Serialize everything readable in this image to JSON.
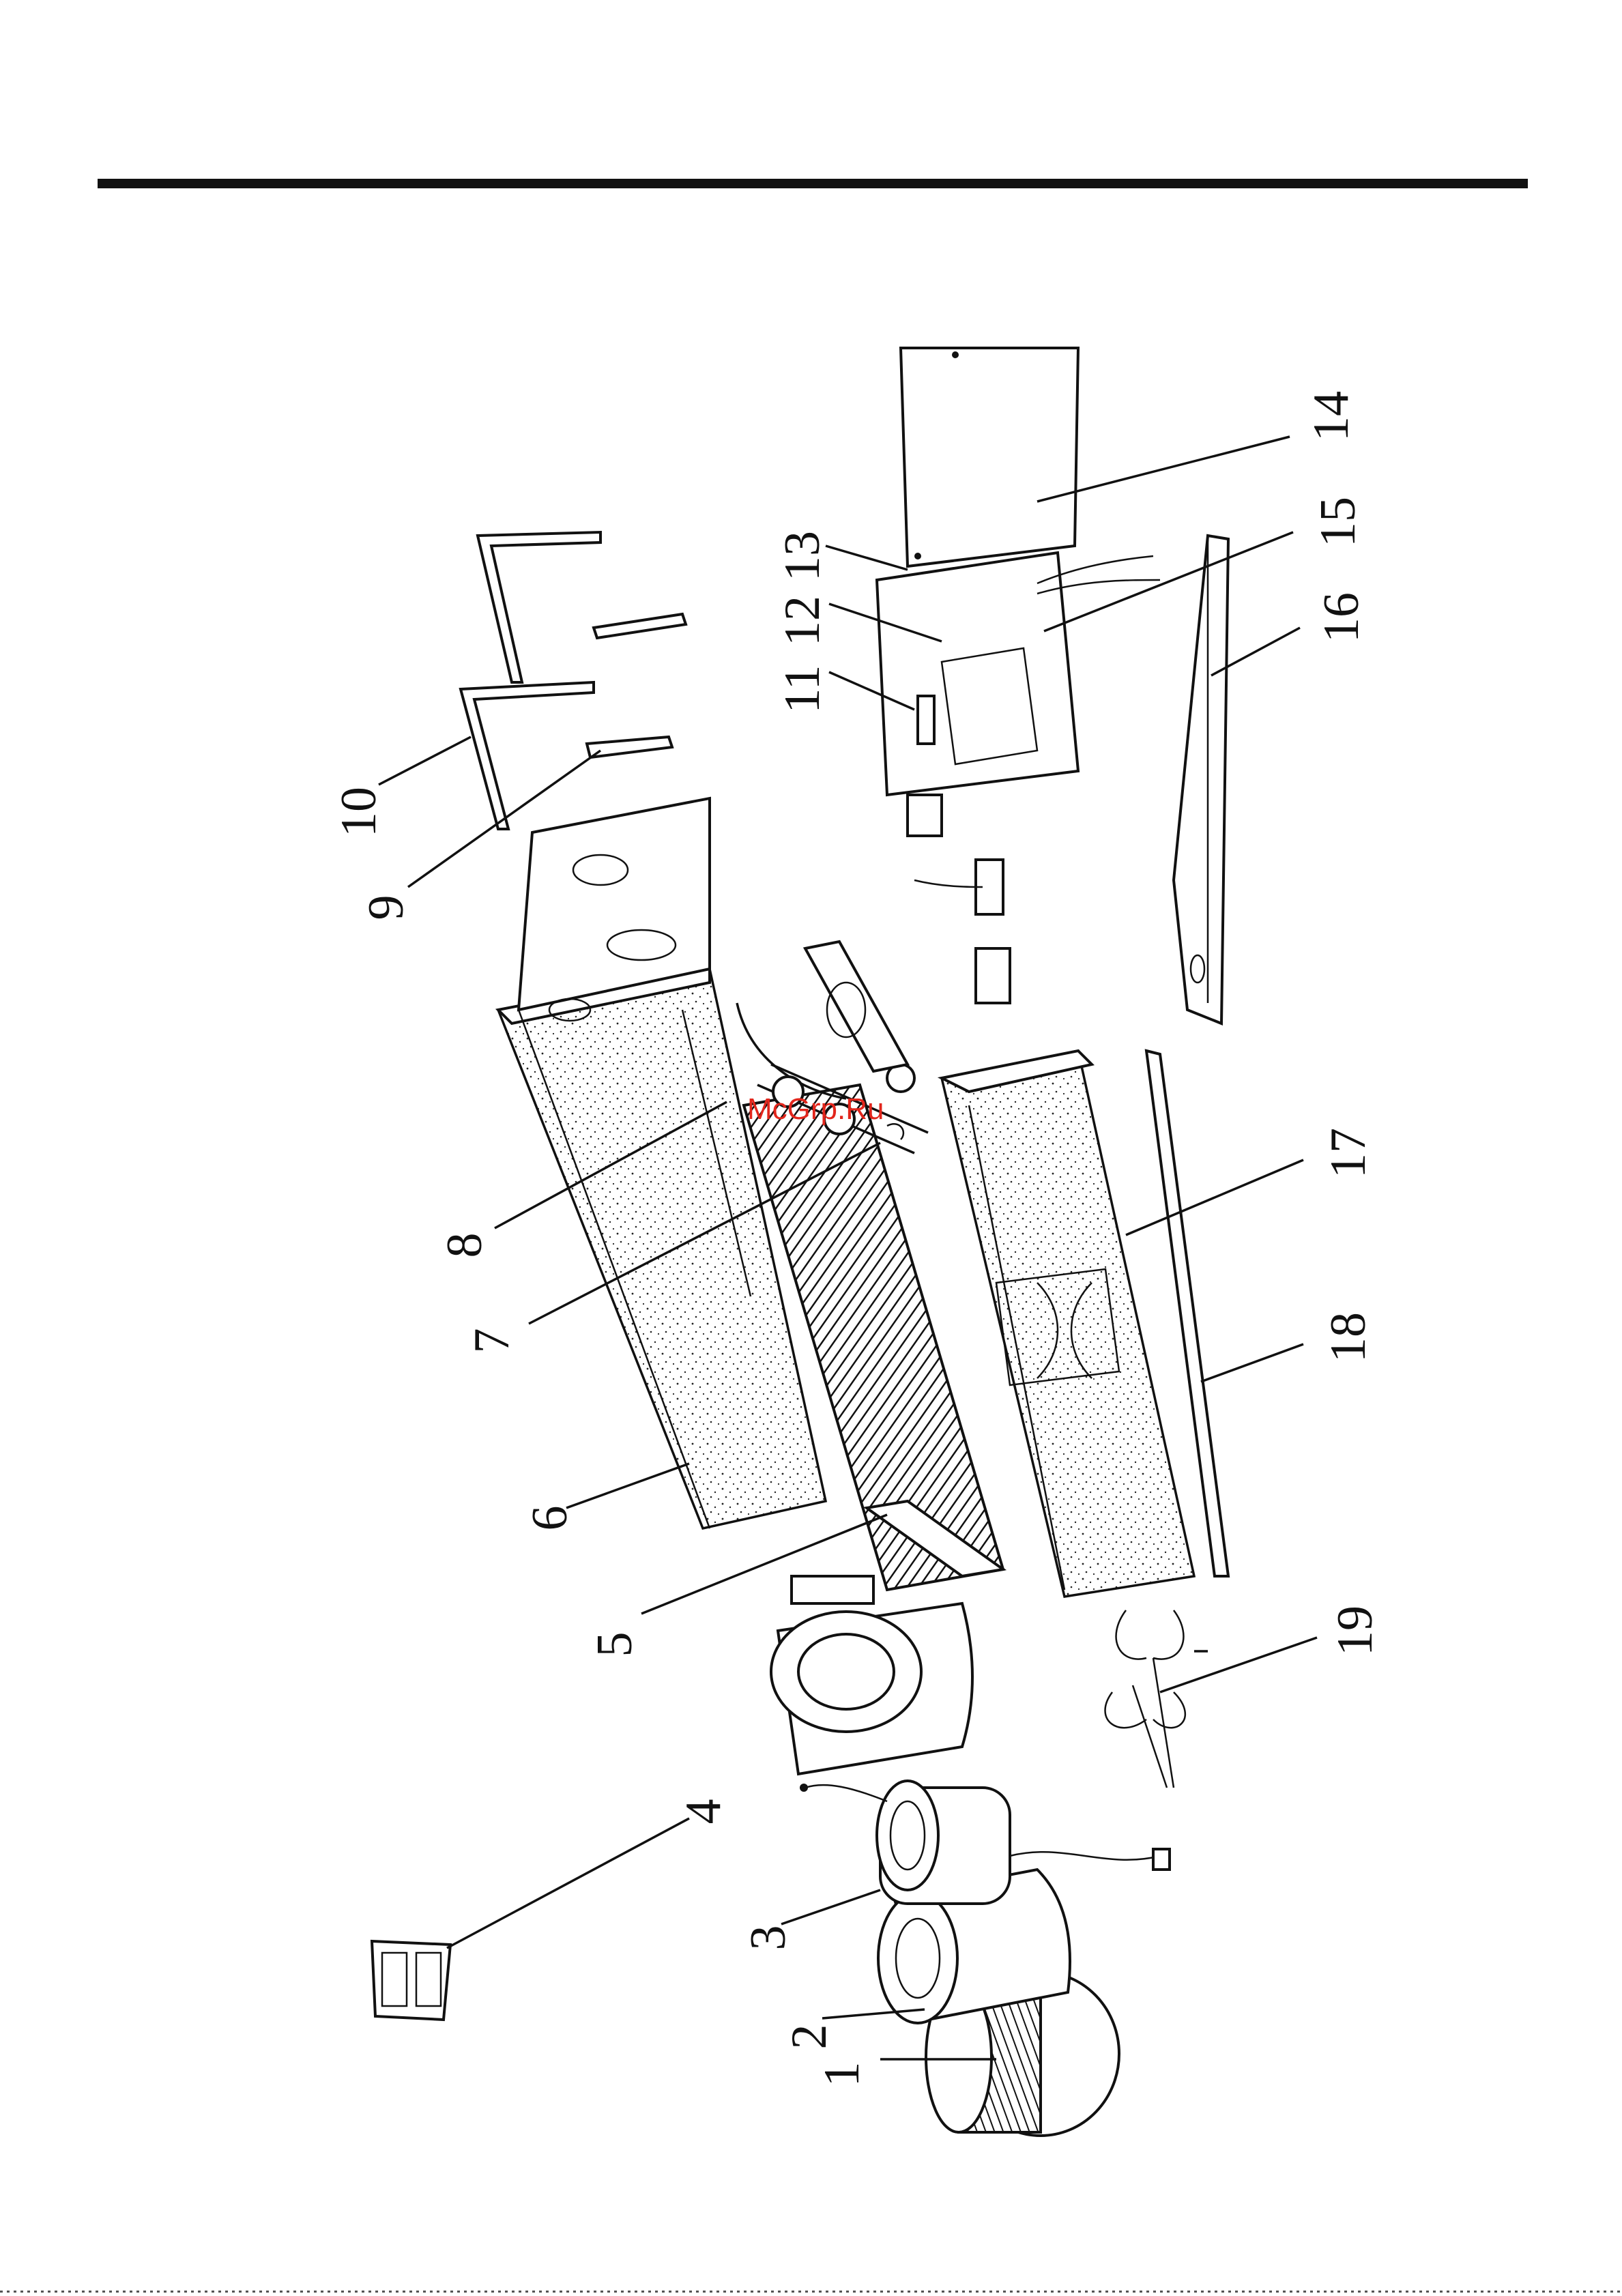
{
  "diagram": {
    "callouts": [
      "1",
      "2",
      "3",
      "4",
      "5",
      "6",
      "7",
      "8",
      "9",
      "10",
      "11",
      "12",
      "13",
      "14",
      "15",
      "16",
      "17",
      "18",
      "19"
    ]
  },
  "watermark": "McGrp.Ru"
}
